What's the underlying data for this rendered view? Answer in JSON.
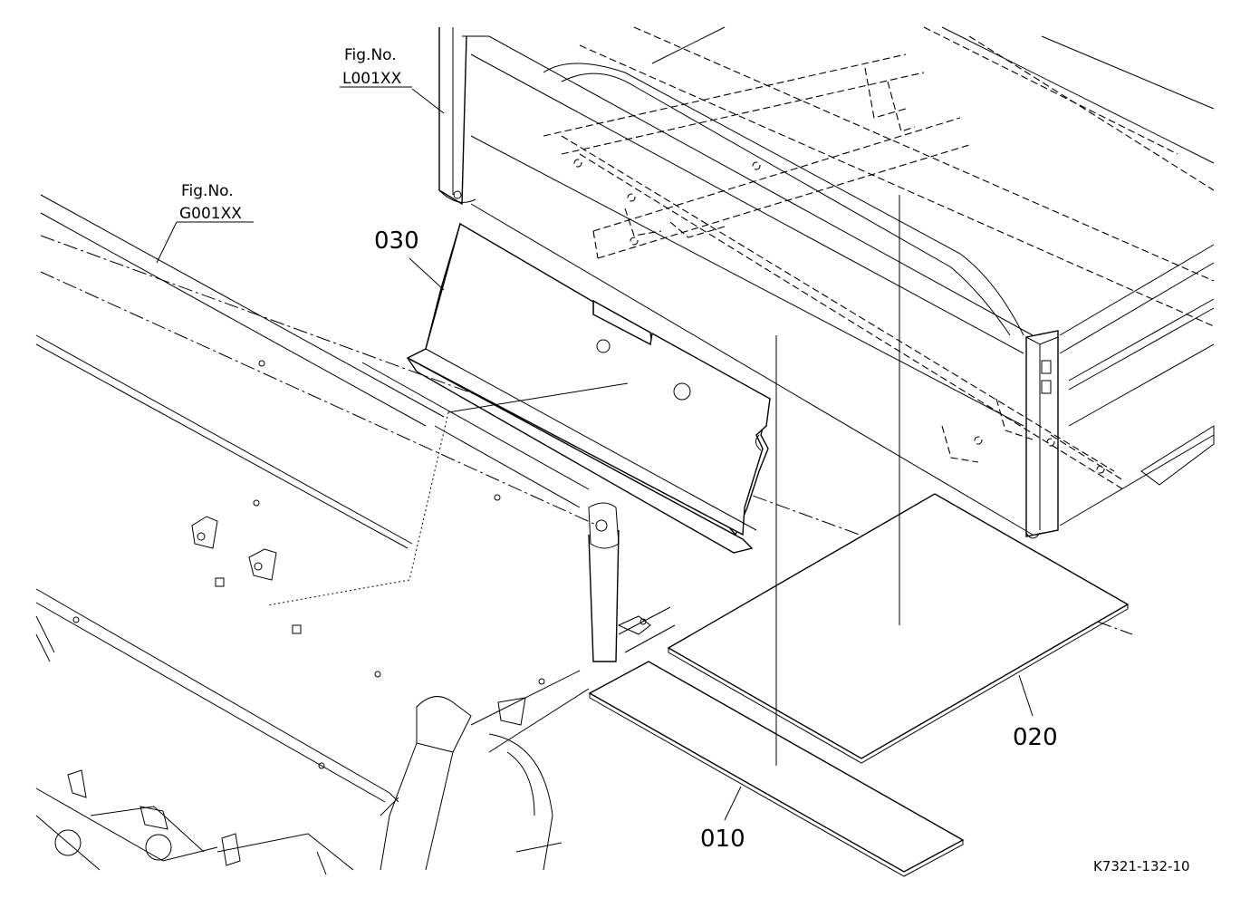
{
  "diagram": {
    "fig_refs": [
      {
        "label": "Fig.No.",
        "code": "L001XX"
      },
      {
        "label": "Fig.No.",
        "code": "G001XX"
      }
    ],
    "parts": [
      {
        "number": "010"
      },
      {
        "number": "020"
      },
      {
        "number": "030"
      }
    ],
    "drawing_code": "K7321-132-10"
  }
}
